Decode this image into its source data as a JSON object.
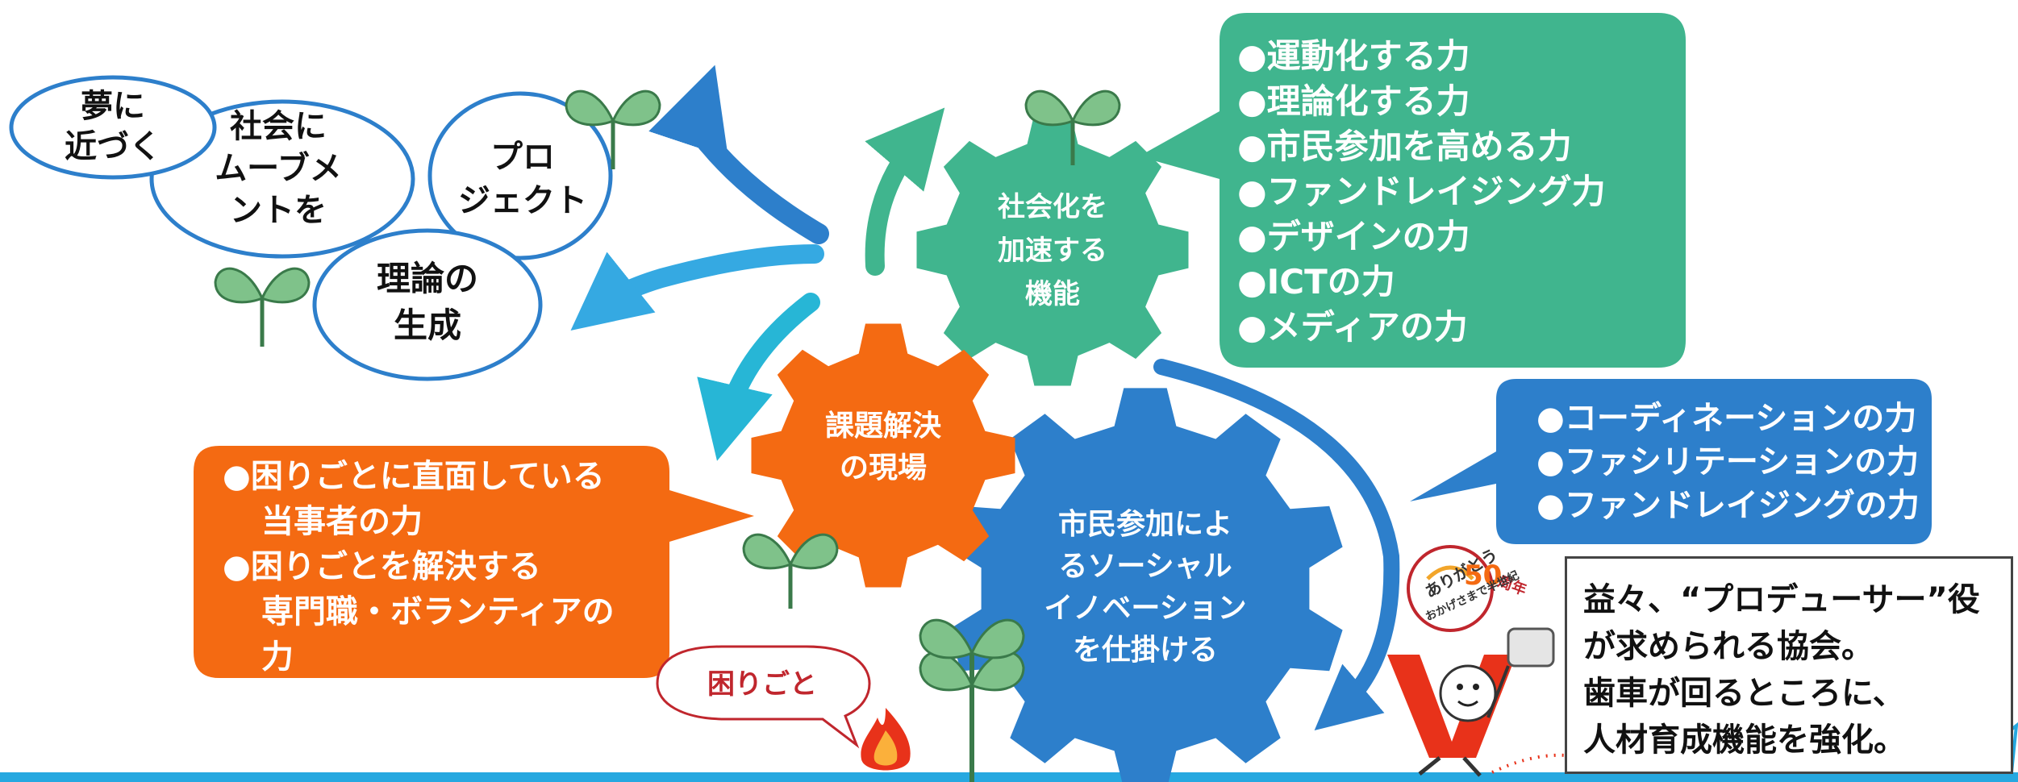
{
  "gears": {
    "social": {
      "lines": [
        "社会化を",
        "加速する",
        "機能"
      ]
    },
    "field": {
      "lines": [
        "課題解決",
        "の現場"
      ]
    },
    "innovation": {
      "lines": [
        "市民参加によ",
        "るソーシャル",
        "イノベーション",
        "を仕掛ける"
      ]
    }
  },
  "bubbles": {
    "dream": {
      "lines": [
        "夢に",
        "近づく"
      ]
    },
    "movement": {
      "lines": [
        "社会に",
        "ムーブメ",
        "ントを"
      ]
    },
    "project": {
      "lines": [
        "プロ",
        "ジェクト"
      ]
    },
    "theory": {
      "lines": [
        "理論の",
        "生成"
      ]
    }
  },
  "green_callout": {
    "items": [
      "●運動化する力",
      "●理論化する力",
      "●市民参加を高める力",
      "●ファンドレイジング力",
      "●デザインの力",
      "●ICTの力",
      "●メディアの力"
    ]
  },
  "blue_callout": {
    "items": [
      "●コーディネーションの力",
      "●ファシリテーションの力",
      "●ファンドレイジングの力"
    ]
  },
  "orange_callout": {
    "items": [
      "●困りごとに直面している",
      "当事者の力",
      "●困りごとを解決する",
      "専門職・ボランティアの",
      "力"
    ]
  },
  "trouble_bubble": {
    "label": "困りごと"
  },
  "mascot": {
    "badge_top": "ありがとう",
    "badge_number": "50",
    "badge_unit": "周年",
    "badge_sub": "おかげさまで半世紀"
  },
  "emphasis_box": {
    "lines": [
      "益々、“プロデューサー”役",
      "が求められる協会。",
      "歯車が回るところに、",
      "人材育成機能を強化。"
    ]
  },
  "colors": {
    "green": "#40b58e",
    "orange": "#f46a12",
    "blue": "#2d7fcb",
    "cyan": "#27b6d6",
    "sprout": "#7fc28a",
    "bottom_bar": "#26a8e0"
  }
}
